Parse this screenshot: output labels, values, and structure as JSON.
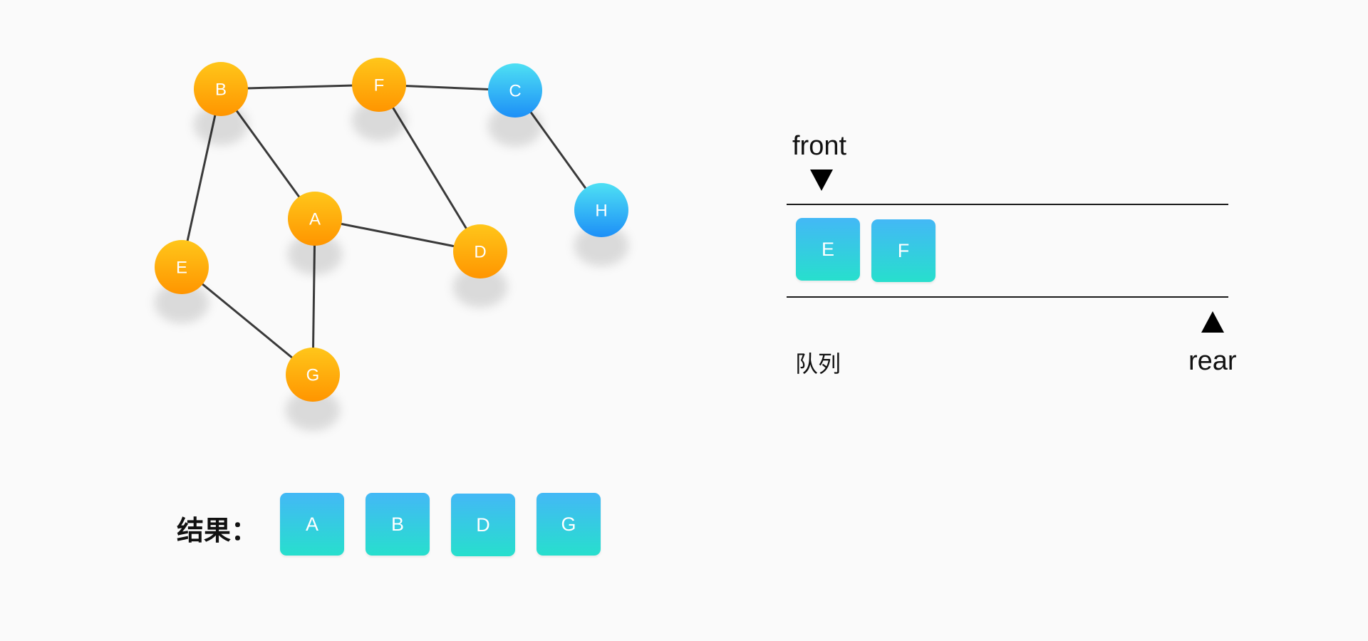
{
  "graph": {
    "nodes": [
      {
        "id": "B",
        "label": "B",
        "state": "visited"
      },
      {
        "id": "F",
        "label": "F",
        "state": "visited"
      },
      {
        "id": "C",
        "label": "C",
        "state": "unvisited"
      },
      {
        "id": "H",
        "label": "H",
        "state": "unvisited"
      },
      {
        "id": "A",
        "label": "A",
        "state": "visited"
      },
      {
        "id": "D",
        "label": "D",
        "state": "visited"
      },
      {
        "id": "E",
        "label": "E",
        "state": "visited"
      },
      {
        "id": "G",
        "label": "G",
        "state": "visited"
      }
    ],
    "edges": [
      [
        "B",
        "F"
      ],
      [
        "F",
        "C"
      ],
      [
        "C",
        "H"
      ],
      [
        "B",
        "A"
      ],
      [
        "B",
        "E"
      ],
      [
        "F",
        "D"
      ],
      [
        "A",
        "D"
      ],
      [
        "A",
        "G"
      ],
      [
        "E",
        "G"
      ]
    ]
  },
  "colors": {
    "visited_top": "#ffc61a",
    "visited_bottom": "#ff9500",
    "unvisited_top": "#4ee0f4",
    "unvisited_bottom": "#1d8ff7",
    "tile_top": "#43b8f6",
    "tile_bottom": "#27dfcd",
    "edge": "#3a3a3a",
    "background": "#fafafa"
  },
  "queue": {
    "front_label": "front",
    "rear_label": "rear",
    "name": "队列",
    "items": [
      "E",
      "F"
    ]
  },
  "result": {
    "label": "结果：",
    "items": [
      "A",
      "B",
      "D",
      "G"
    ]
  }
}
